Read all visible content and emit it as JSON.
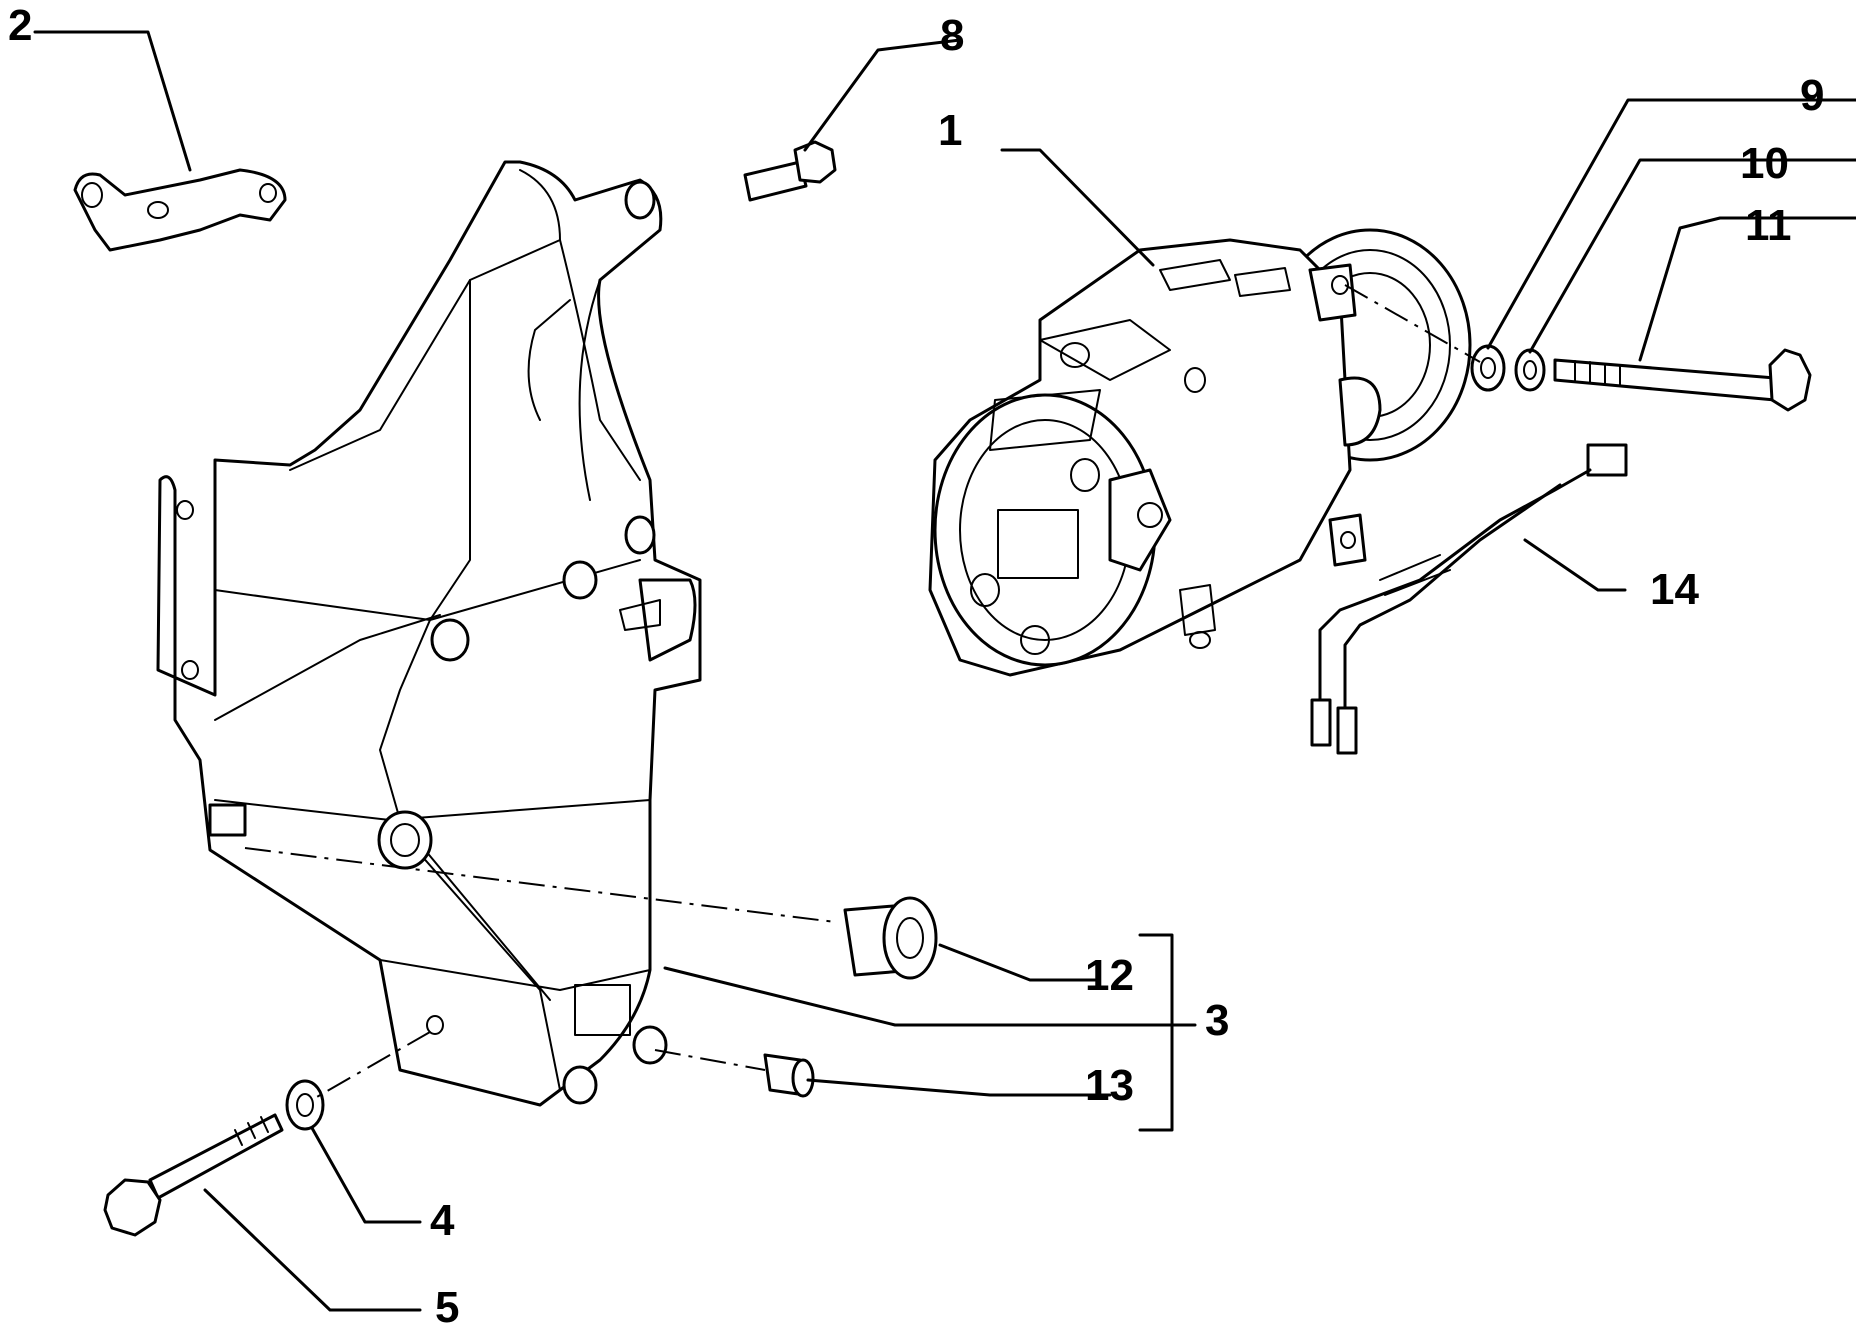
{
  "callouts": {
    "c1": "1",
    "c2": "2",
    "c3": "3",
    "c4": "4",
    "c5": "5",
    "c8": "8",
    "c9": "9",
    "c10": "10",
    "c11": "11",
    "c12": "12",
    "c13": "13",
    "c14": "14"
  },
  "colors": {
    "line": "#000000",
    "background": "#ffffff"
  }
}
